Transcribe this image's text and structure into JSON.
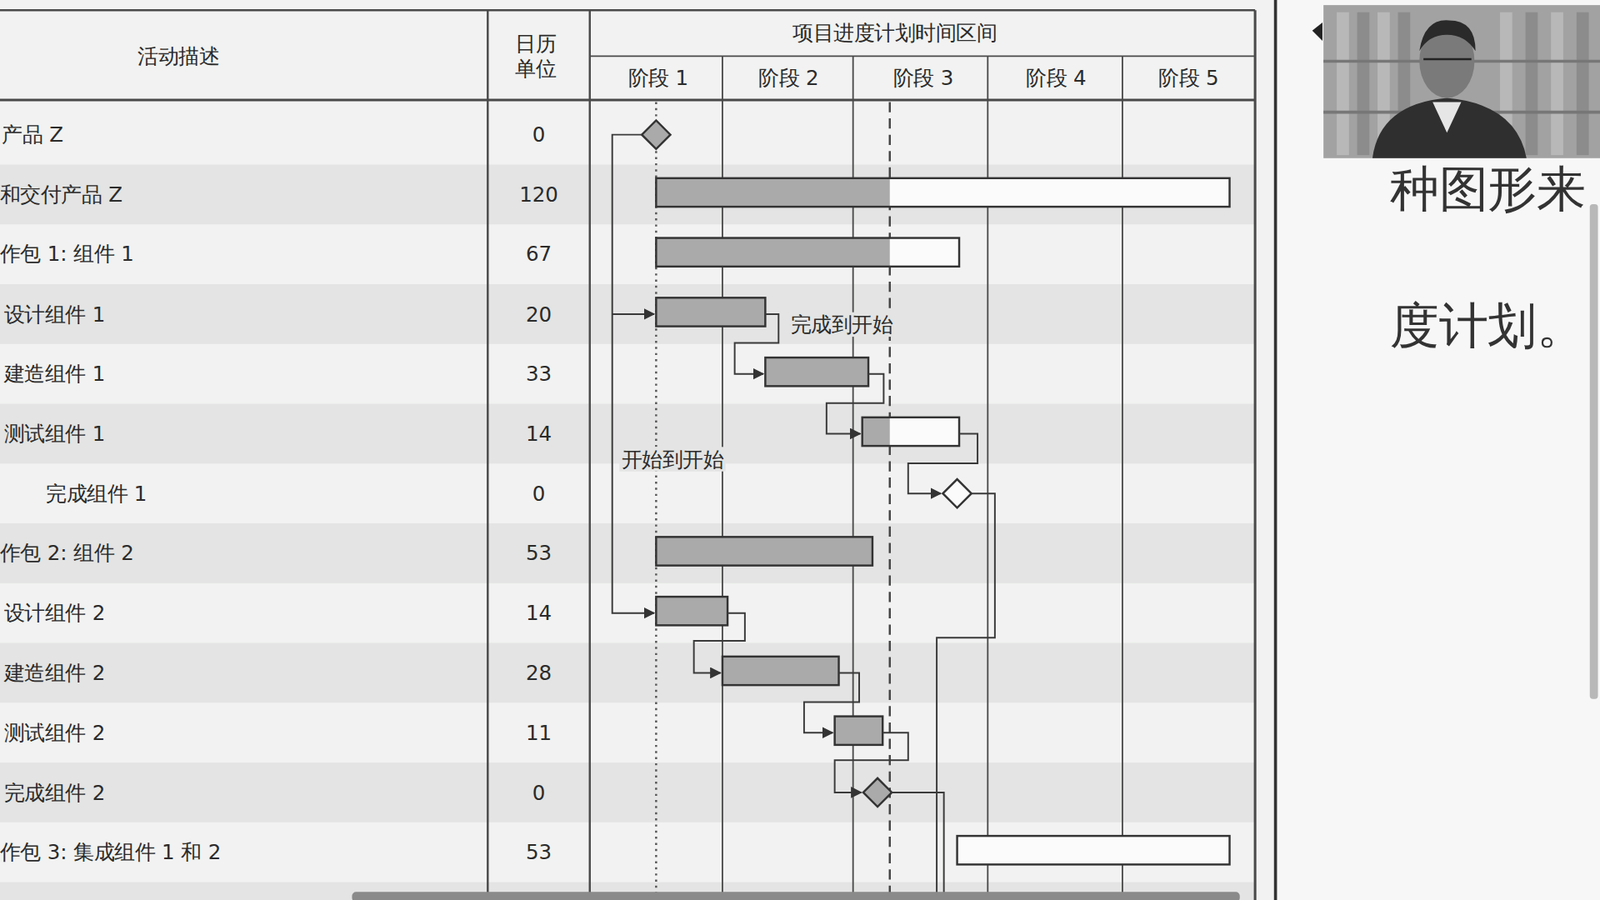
{
  "diagram": {
    "labels": [
      "活动描述",
      "日历 单位",
      "项目进度计划时间区间",
      "阶段 1",
      "阶段 2",
      "阶段 3",
      "阶段 4",
      "阶段 5",
      "产品 Z",
      "0",
      "和交付产品 Z",
      "120",
      "作包 1: 组件 1",
      "67",
      "设计组件 1",
      "20",
      "建造组件 1",
      "33",
      "测试组件 1",
      "14",
      "完成组件 1",
      "0",
      "作包 2: 组件 2",
      "53",
      "设计组件 2",
      "14",
      "建造组件 2",
      "28",
      "测试组件 2",
      "11",
      "完成组件 2",
      "0",
      "作包 3: 集成组件 1 和 2",
      "53",
      "完成到开始",
      "开始到开始",
      "种图形来",
      "度计划。"
    ]
  }
}
